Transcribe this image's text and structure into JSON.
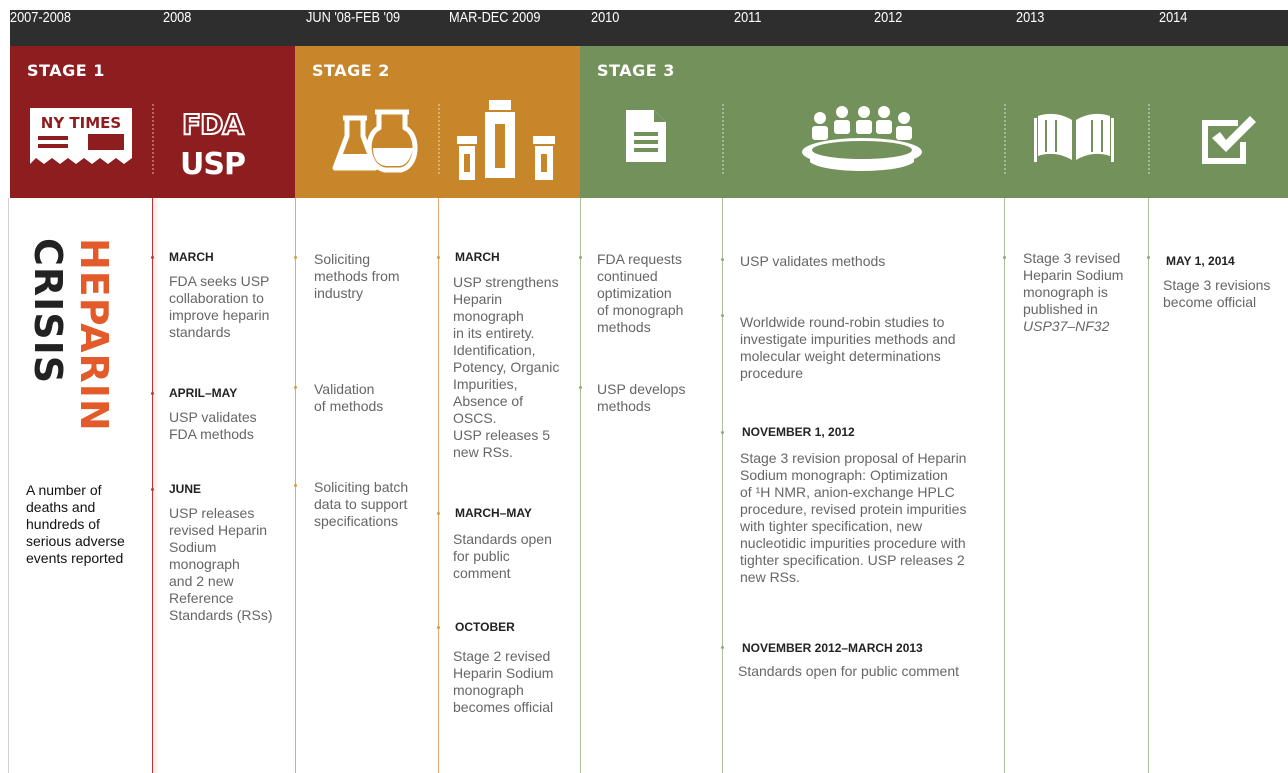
{
  "years": [
    "2007-2008",
    "2008",
    "JUN '08-FEB '09",
    "MAR-DEC 2009",
    "2010",
    "2011",
    "2012",
    "2013",
    "2014"
  ],
  "stages": {
    "s1": "STAGE 1",
    "s2": "STAGE 2",
    "s3": "STAGE 3"
  },
  "icons": {
    "newspaper_text": "NY TIMES",
    "fda_text": "FDA",
    "usp_text": "USP"
  },
  "colors": {
    "stage1": "#8e1d1f",
    "stage2": "#c8862a",
    "stage3": "#73915b",
    "heparin": "#e35a2b",
    "year_bar": "#2e2e2e"
  },
  "crisis": {
    "word1": "HEPARIN",
    "word2": "CRISIS",
    "desc": [
      "A number of",
      "deaths and",
      "hundreds of",
      "serious adverse",
      "events reported"
    ]
  },
  "col2008": {
    "h1": "MARCH",
    "t1": [
      "FDA seeks USP",
      "collaboration to",
      "improve heparin",
      "standards"
    ],
    "h2": "APRIL–MAY",
    "t2": [
      "USP validates",
      "FDA methods"
    ],
    "h3": "JUNE",
    "t3": [
      "USP releases",
      "revised Heparin",
      "Sodium",
      "monograph",
      "and 2 new",
      "Reference",
      "Standards (RSs)"
    ]
  },
  "colJun08": {
    "t1": [
      "Soliciting",
      "methods from",
      "industry"
    ],
    "t2": [
      "Validation",
      "of methods"
    ],
    "t3": [
      "Soliciting batch",
      "data to support",
      "specifications"
    ]
  },
  "colMar09": {
    "h1": "MARCH",
    "t1": [
      "USP strengthens",
      "Heparin",
      "monograph",
      "in its entirety.",
      "Identification,",
      "Potency, Organic",
      "Impurities,",
      "Absence of",
      "OSCS.",
      "USP releases 5",
      "new RSs."
    ],
    "h2": "MARCH–MAY",
    "t2": [
      "Standards open",
      "for public",
      "comment"
    ],
    "h3": "OCTOBER",
    "t3": [
      "Stage 2 revised",
      "Heparin Sodium",
      "monograph",
      "becomes official"
    ]
  },
  "col2010": {
    "t1": [
      "FDA requests",
      "continued",
      "optimization",
      "of monograph",
      "methods"
    ],
    "t2": [
      "USP develops",
      "methods"
    ]
  },
  "col2011": {
    "t1": "USP validates methods",
    "t2": [
      "Worldwide round-robin studies to",
      "investigate impurities methods and",
      "molecular weight determinations",
      "procedure"
    ],
    "h3": "NOVEMBER 1, 2012",
    "t3": [
      "Stage 3 revision proposal of Heparin",
      "Sodium monograph: Optimization",
      "of ¹H NMR, anion-exchange HPLC",
      "procedure, revised protein impurities",
      "with tighter specification, new",
      "nucleotidic impurities procedure with",
      "tighter specification. USP releases 2",
      "new RSs."
    ],
    "h4": "NOVEMBER 2012–MARCH 2013",
    "t4": "Standards open for public comment"
  },
  "col2013": {
    "t1": [
      "Stage 3 revised",
      "Heparin Sodium",
      "monograph is",
      "published in"
    ],
    "t1_italic": "USP37–NF32"
  },
  "col2014": {
    "h1": "MAY 1, 2014",
    "t1": [
      "Stage 3 revisions",
      "become official"
    ]
  }
}
